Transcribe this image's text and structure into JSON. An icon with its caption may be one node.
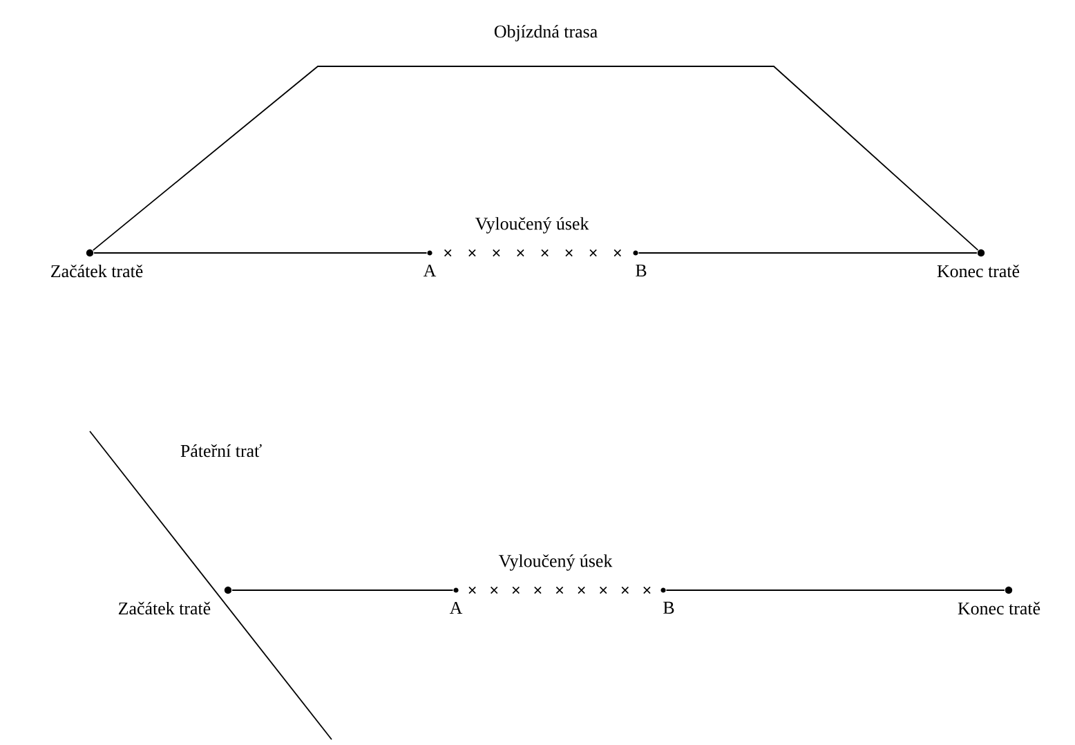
{
  "diagram": {
    "nodes": [
      {
        "text": [
          "Začátek tratě"
        ]
      },
      {
        "text": [
          "A"
        ]
      },
      {
        "text": [
          "B"
        ]
      },
      {
        "text": [
          "Konec tratě"
        ]
      },
      {
        "text": [
          "Začátek tratě"
        ]
      },
      {
        "text": [
          "A"
        ]
      },
      {
        "text": [
          "B"
        ]
      },
      {
        "text": [
          "Konec tratě"
        ]
      }
    ],
    "edges": [
      {
        "from": 0,
        "to": 1,
        "arrow": "none"
      },
      {
        "from": 2,
        "to": 3,
        "arrow": "none"
      },
      {
        "from": 0,
        "to": 3,
        "arrow": "none",
        "label": "Objízdná trasa"
      },
      {
        "from": 4,
        "to": 5,
        "arrow": "none"
      },
      {
        "from": 6,
        "to": 7,
        "arrow": "none"
      }
    ],
    "labels": [
      "Vyloučený úsek",
      "Páteřní trať",
      "Vyloučený úsek"
    ]
  }
}
